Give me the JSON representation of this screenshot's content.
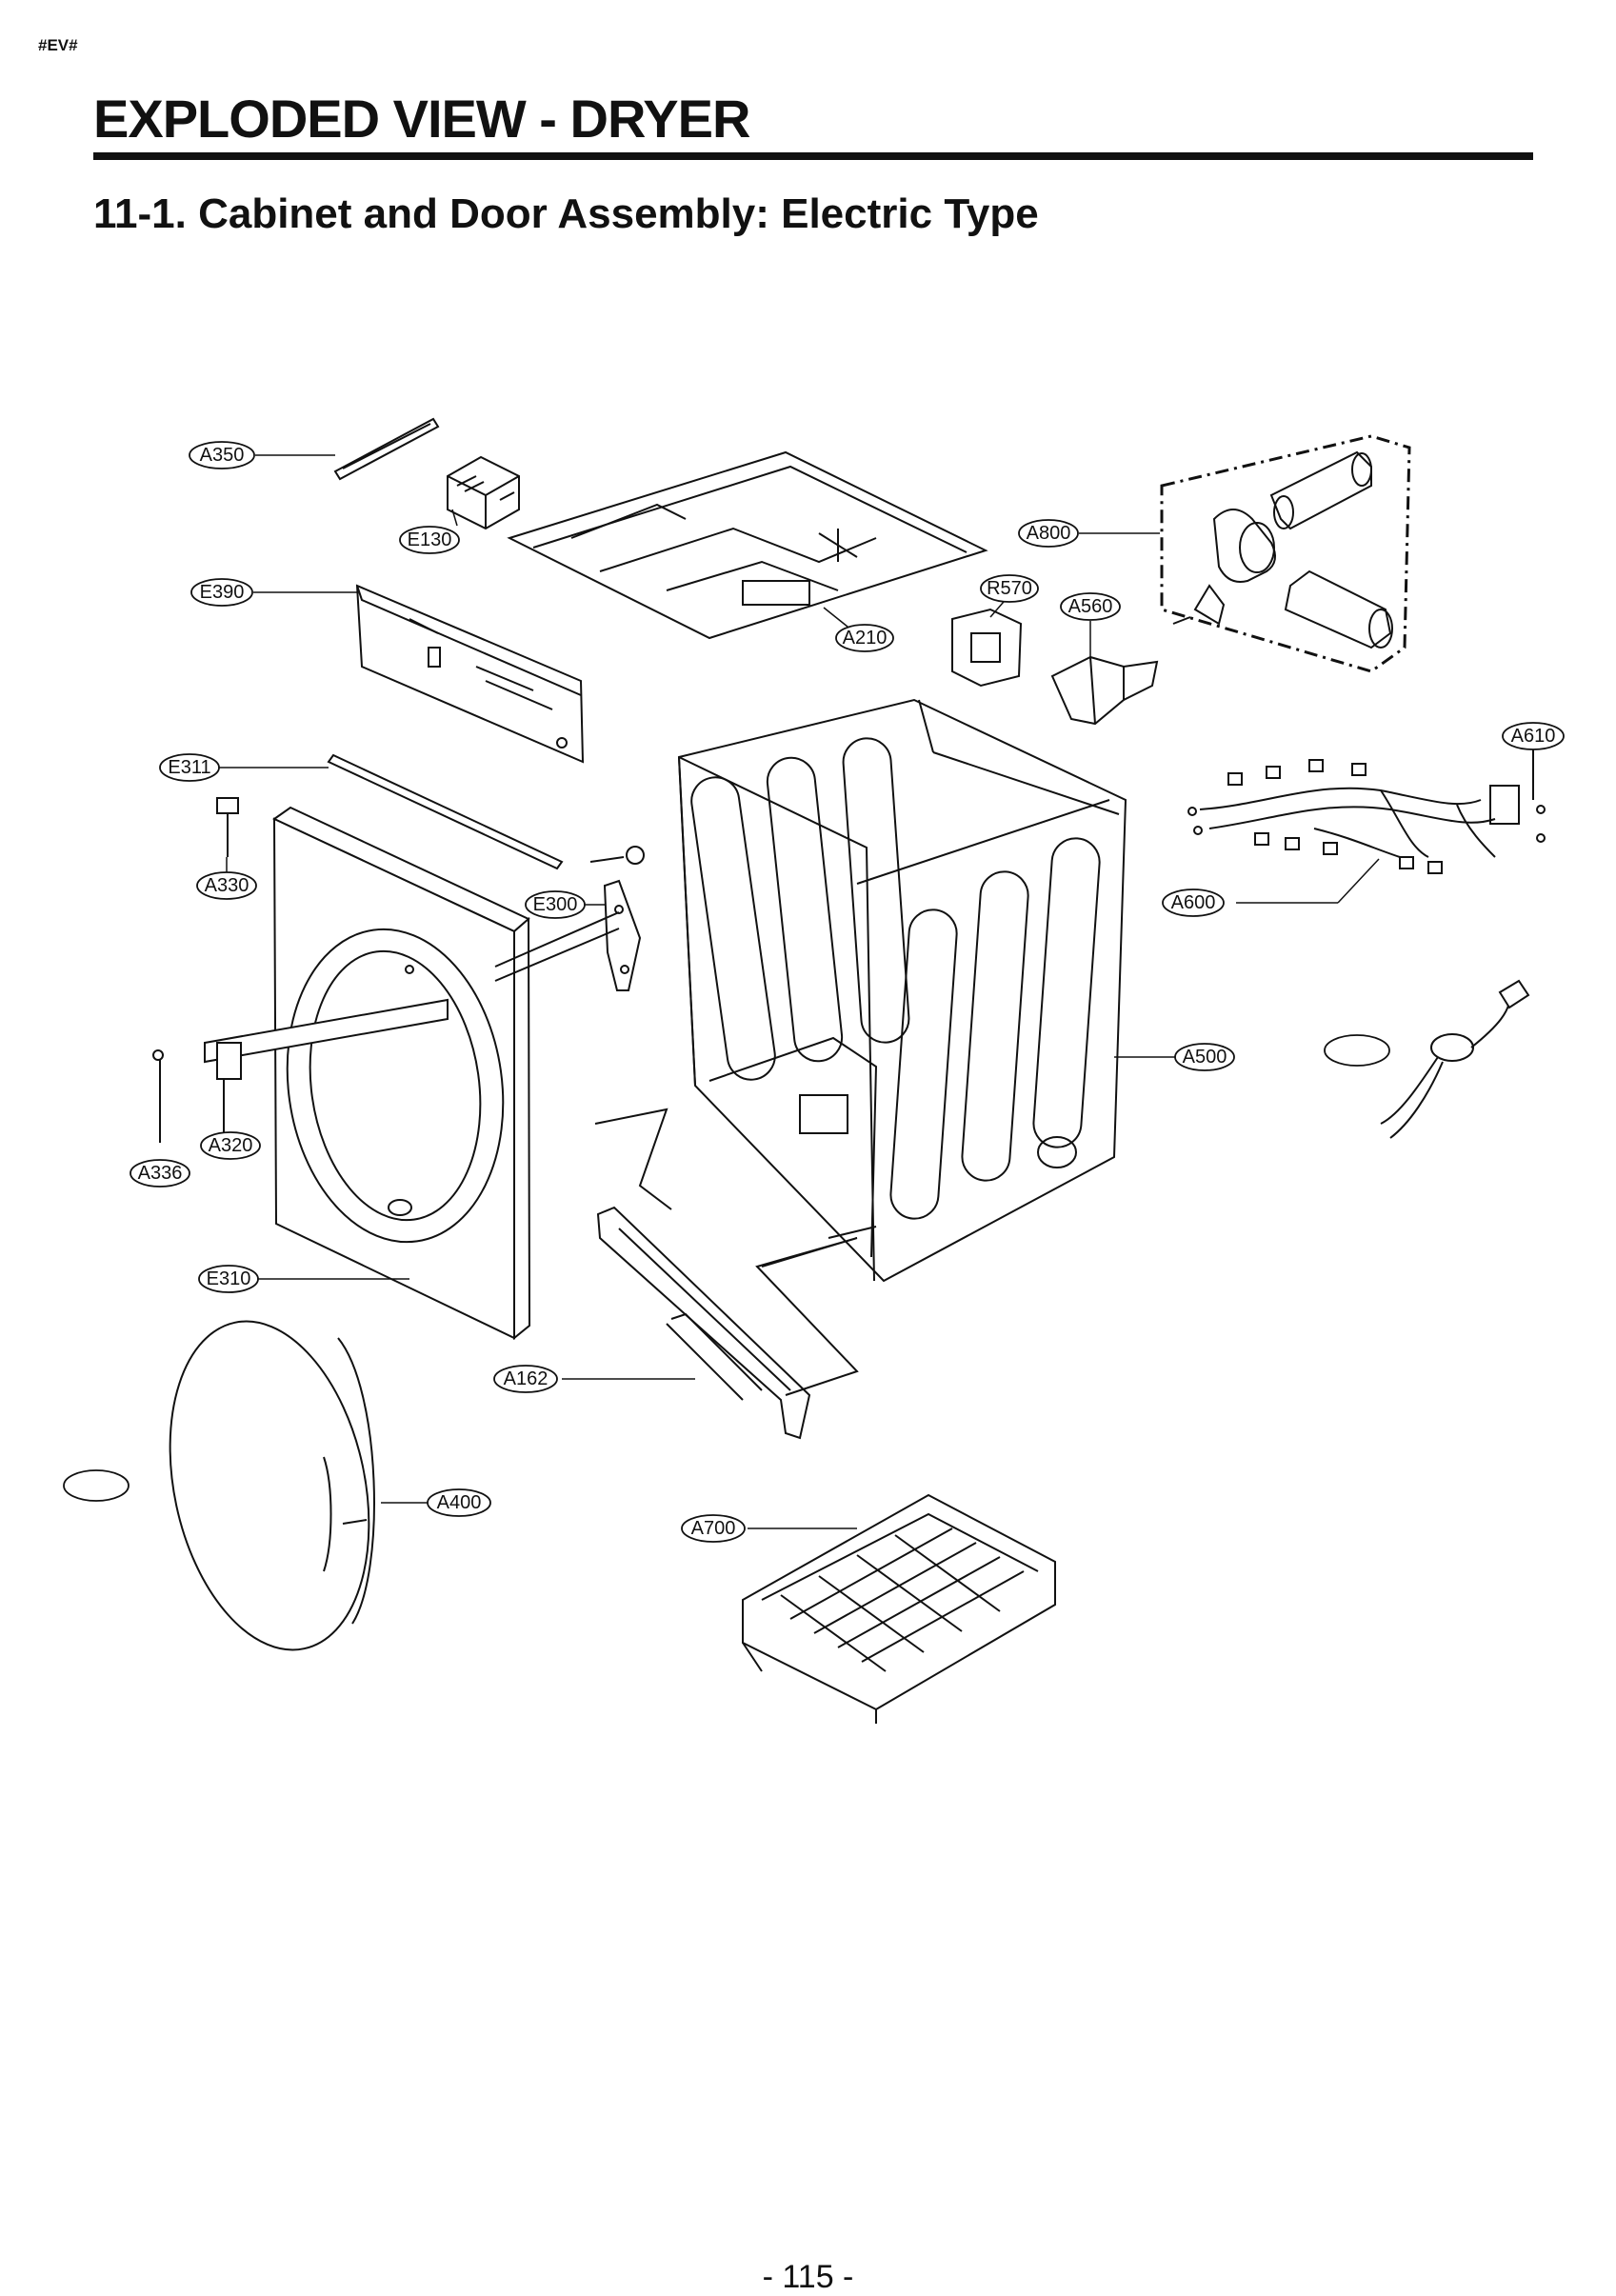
{
  "page": {
    "tag": "#EV#",
    "title": "EXPLODED VIEW - DRYER",
    "subtitle": "11-1. Cabinet and Door Assembly: Electric Type",
    "page_number": "- 115 -"
  },
  "callouts": {
    "a350": "A350",
    "e130": "E130",
    "e390": "E390",
    "a210": "A210",
    "a800": "A800",
    "r570": "R570",
    "a560": "A560",
    "a610": "A610",
    "e311": "E311",
    "a330": "A330",
    "e300": "E300",
    "a600": "A600",
    "a500": "A500",
    "a336": "A336",
    "a320": "A320",
    "e310": "E310",
    "a162": "A162",
    "a400": "A400",
    "a700": "A700",
    "blank_1": "",
    "blank_2": ""
  }
}
